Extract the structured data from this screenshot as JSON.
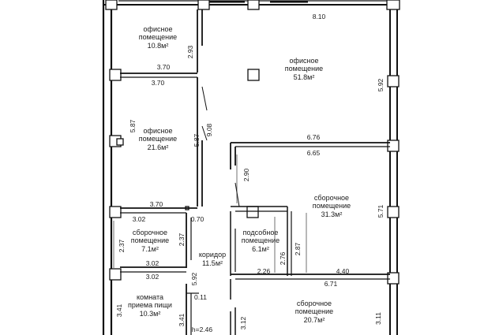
{
  "rooms": [
    {
      "id": "office-1",
      "name": [
        "офисное",
        "помещение"
      ],
      "area": "10.8м²"
    },
    {
      "id": "office-2",
      "name": [
        "офисное",
        "помещение"
      ],
      "area": "51.8м²"
    },
    {
      "id": "office-3",
      "name": [
        "офисное",
        "помещение"
      ],
      "area": "21.6м²"
    },
    {
      "id": "assembly-1",
      "name": [
        "сборочное",
        "помещение"
      ],
      "area": "31.3м²"
    },
    {
      "id": "assembly-2",
      "name": [
        "сборочное",
        "помещение"
      ],
      "area": "7.1м²"
    },
    {
      "id": "corridor",
      "name": [
        "коридор"
      ],
      "area": "11.5м²"
    },
    {
      "id": "utility",
      "name": [
        "подсобное",
        "помещение"
      ],
      "area": "6.1м²"
    },
    {
      "id": "food-room",
      "name": [
        "комната",
        "приема пищи"
      ],
      "area": "10.3м²"
    },
    {
      "id": "assembly-3",
      "name": [
        "сборочное",
        "помещение"
      ],
      "area": "20.7м²"
    }
  ],
  "dimensions": {
    "d_8_10": "8.10",
    "d_2_93": "2.93",
    "d_3_70_a": "3.70",
    "d_3_70_b": "3.70",
    "d_5_92_right": "5.92",
    "d_5_87_left": "5.87",
    "d_5_87_mid": "5.87",
    "d_9_08": "9.08",
    "d_6_76": "6.76",
    "d_6_65": "6.65",
    "d_2_90": "2.90",
    "d_3_70_c": "3.70",
    "d_5_71": "5.71",
    "d_3_02_a": "3.02",
    "d_0_70": "0.70",
    "d_2_37_a": "2.37",
    "d_2_37_b": "2.37",
    "d_2_87": "2.87",
    "d_2_76": "2.76",
    "d_3_02_b": "3.02",
    "d_3_02_c": "3.02",
    "d_2_26": "2.26",
    "d_4_40": "4.40",
    "d_6_71": "6.71",
    "d_5_92_mid": "5.92",
    "d_0_11": "0.11",
    "d_3_41_a": "3.41",
    "d_3_41_b": "3.41",
    "d_3_12": "3.12",
    "d_3_11": "3.11",
    "ceiling_height": "h=2.46"
  }
}
